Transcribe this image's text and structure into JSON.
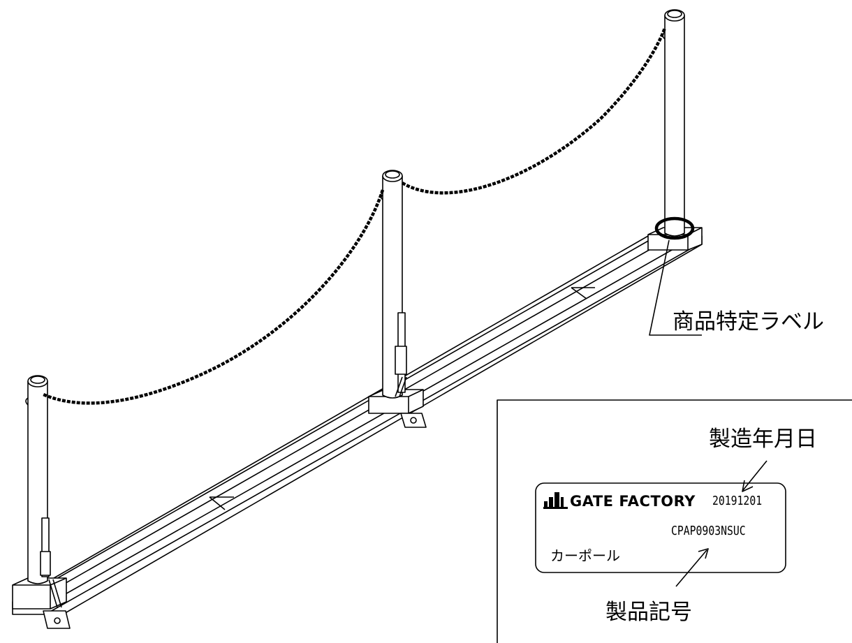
{
  "diagram": {
    "callout_label": "商品特定ラベル",
    "label_card": {
      "brand": "GATE FACTORY",
      "date_value": "20191201",
      "product_code": "CPAP0903NSUC",
      "product_name": "カーポール"
    },
    "date_caption": "製造年月日",
    "code_caption": "製品記号",
    "brand_icon": "bar-building-logo-icon"
  }
}
